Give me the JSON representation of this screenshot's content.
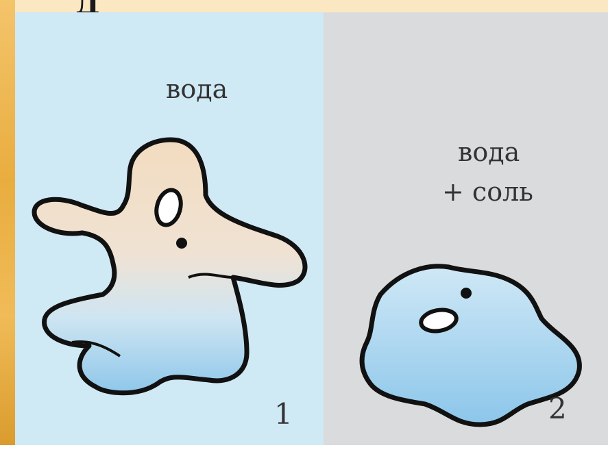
{
  "panels": {
    "left": {
      "medium_label": "вода",
      "number": "1"
    },
    "right": {
      "medium_label_line1": "вода",
      "medium_label_line2": "+ соль",
      "number": "2"
    }
  },
  "header_fragment": "Д",
  "colors": {
    "left_background": "#cfe9f5",
    "right_background": "#d9dbdc",
    "frame": "#e9ad3f",
    "cell_beige": "#f2dcc0",
    "cell_blue": "#a9d4ee",
    "outline": "#111111"
  },
  "icons": [
    "amoeba-extended",
    "amoeba-shrunken"
  ]
}
